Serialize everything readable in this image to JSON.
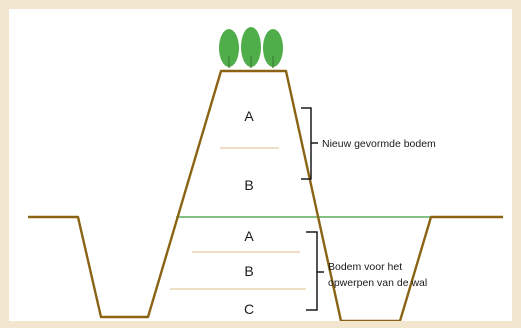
{
  "labels": {
    "upper_a": "A",
    "upper_b": "B",
    "lower_a": "A",
    "lower_b": "B",
    "lower_c": "C"
  },
  "annotations": {
    "new_soil": "Nieuw gevormde bodem",
    "old_soil_line1": "Bodem voor het",
    "old_soil_line2": "opwerpen van de wal"
  },
  "colors": {
    "frame": "#f3e6cf",
    "profile_line": "#8a6414",
    "ground_line": "#3a9a3a",
    "horizon_line": "#e4c9a0",
    "vegetation": "#4fae4a",
    "bracket": "#1a1a1a"
  },
  "icons": {
    "vegetation": "tree-cluster-icon"
  }
}
